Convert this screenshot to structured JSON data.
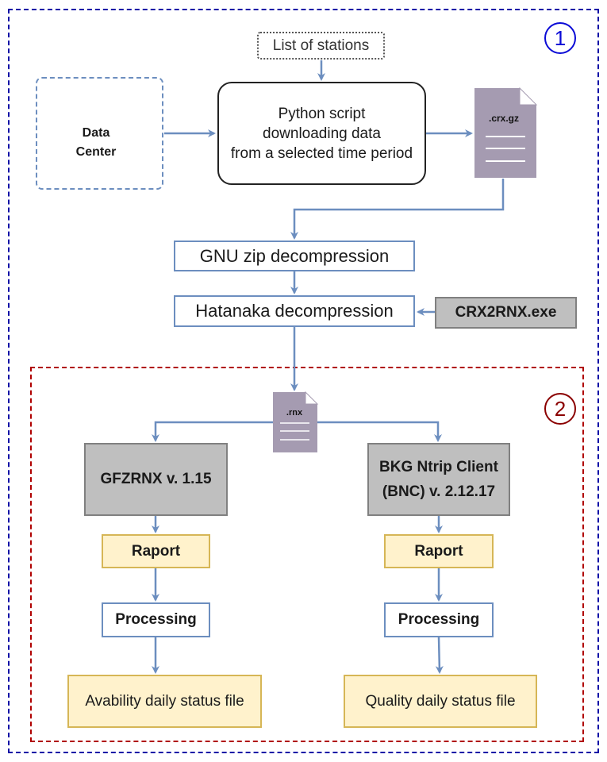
{
  "badges": {
    "section_1": "1",
    "section_2": "2"
  },
  "nodes": {
    "list_of_stations": "List of stations",
    "data_center": {
      "line1": "Data",
      "line2": "Center"
    },
    "python_script": {
      "line1": "Python script",
      "line2": "downloading data",
      "line3": "from a selected time period"
    },
    "crx_file": ".crx.gz",
    "gnu_zip": "GNU zip decompression",
    "hatanaka": "Hatanaka decompression",
    "crx2rnx": "CRX2RNX.exe",
    "rnx_file": ".rnx",
    "gfzrnx": "GFZRNX v. 1.15",
    "bkg": {
      "line1": "BKG Ntrip Client",
      "line2": "(BNC) v. 2.12.17"
    },
    "raport_left": "Raport",
    "raport_right": "Raport",
    "processing_left": "Processing",
    "processing_right": "Processing",
    "availability_file": "Avability daily status file",
    "quality_file": "Quality daily status file"
  },
  "colors": {
    "connector": "#6c8ebf",
    "section_1_border": "#0a0aa6",
    "section_2_border": "#b00000",
    "document": "#a59bb1",
    "server": "#aab4cf",
    "tool_fill": "#bfbfbf",
    "output_fill": "#fff2cc"
  },
  "icons": {
    "data_center": "server-rack-icon",
    "crx_file": "document-icon",
    "rnx_file": "document-icon"
  }
}
